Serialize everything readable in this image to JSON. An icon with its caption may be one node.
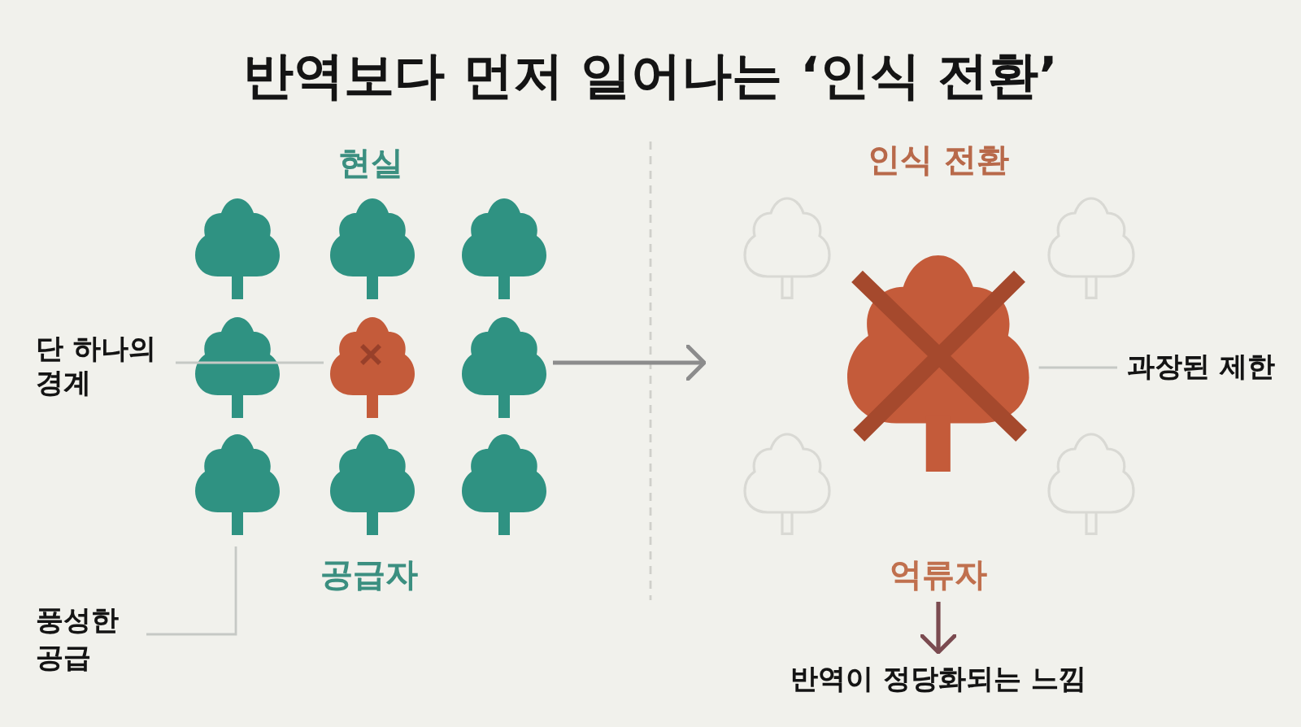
{
  "diagram": {
    "title": "반역보다 먼저 일어나는 ‘인식 전환’",
    "nodes": [
      {
        "text": [],
        "shape": "tree"
      },
      {
        "text": [],
        "shape": "tree"
      },
      {
        "text": [],
        "shape": "tree"
      },
      {
        "text": [
          "단 하나의 경계"
        ]
      },
      {
        "text": [],
        "shape": "tree"
      },
      {
        "text": [],
        "shape": "tree"
      },
      {
        "text": [],
        "shape": "tree"
      },
      {
        "text": [],
        "shape": "tree"
      },
      {
        "text": [],
        "shape": "tree"
      },
      {
        "text": [],
        "shape": "tree"
      },
      {
        "text": [
          "풍성한 공급"
        ]
      },
      {
        "text": [],
        "shape": "tree"
      },
      {
        "text": [],
        "shape": "tree"
      },
      {
        "text": [],
        "shape": "tree"
      },
      {
        "text": [
          "과장된 제한"
        ]
      },
      {
        "text": [],
        "shape": "tree"
      },
      {
        "text": [],
        "shape": "tree"
      },
      {
        "text": [
          "억류자"
        ]
      },
      {
        "text": [
          "반역이 정당화되는 느낌"
        ]
      }
    ],
    "edges": [
      {
        "from": 3,
        "to": 5,
        "arrow": "none"
      },
      {
        "from": 10,
        "to": 7,
        "arrow": "none"
      },
      {
        "from": 6,
        "to": null,
        "arrow": "to",
        "color": "#8c8c8c"
      },
      {
        "from": 14,
        "to": 13,
        "arrow": "none"
      },
      {
        "from": 17,
        "to": 18,
        "arrow": "to",
        "color": "#7b4b50"
      }
    ],
    "labels": [
      "현실",
      "인식 전환",
      "공급자"
    ]
  }
}
